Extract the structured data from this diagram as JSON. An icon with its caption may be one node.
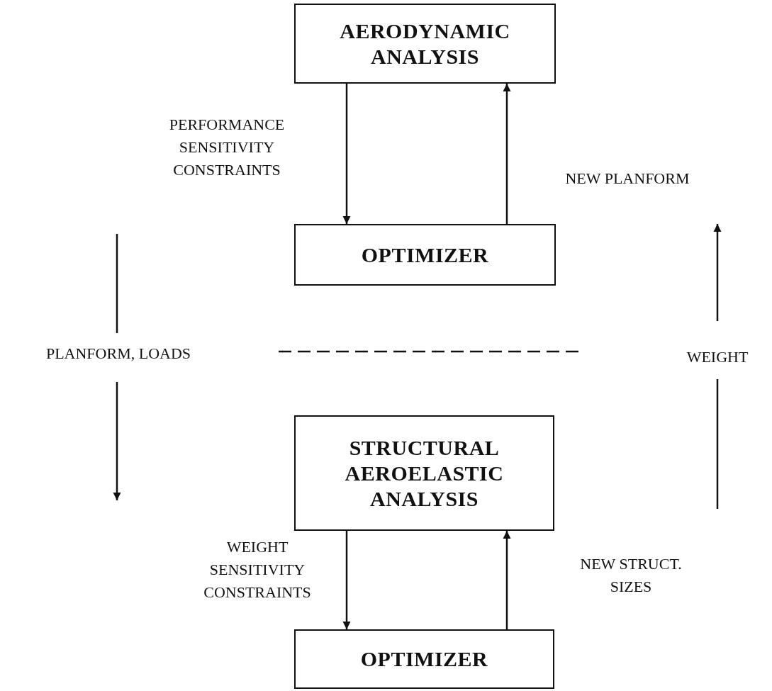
{
  "diagram": {
    "nodes": [
      {
        "text": [
          "AERODYNAMIC ANALYSIS"
        ]
      },
      {
        "text": [
          "OPTIMIZER"
        ]
      },
      {
        "text": [
          "STRUCTURAL AEROELASTIC ANALYSIS"
        ]
      },
      {
        "text": [
          "OPTIMIZER"
        ]
      }
    ],
    "edges": [
      {
        "from": 0,
        "to": 1,
        "arrow": "to",
        "label": "PERFORMANCE SENSITIVITY CONSTRAINTS"
      },
      {
        "from": 1,
        "to": 0,
        "arrow": "to",
        "label": "NEW PLANFORM"
      },
      {
        "from": 2,
        "to": 3,
        "arrow": "to",
        "label": "WEIGHT SENSITIVITY CONSTRAINTS"
      },
      {
        "from": 3,
        "to": 2,
        "arrow": "to",
        "label": "NEW STRUCT. SIZES"
      }
    ],
    "labels": [
      "PLANFORM, LOADS",
      "WEIGHT"
    ]
  }
}
